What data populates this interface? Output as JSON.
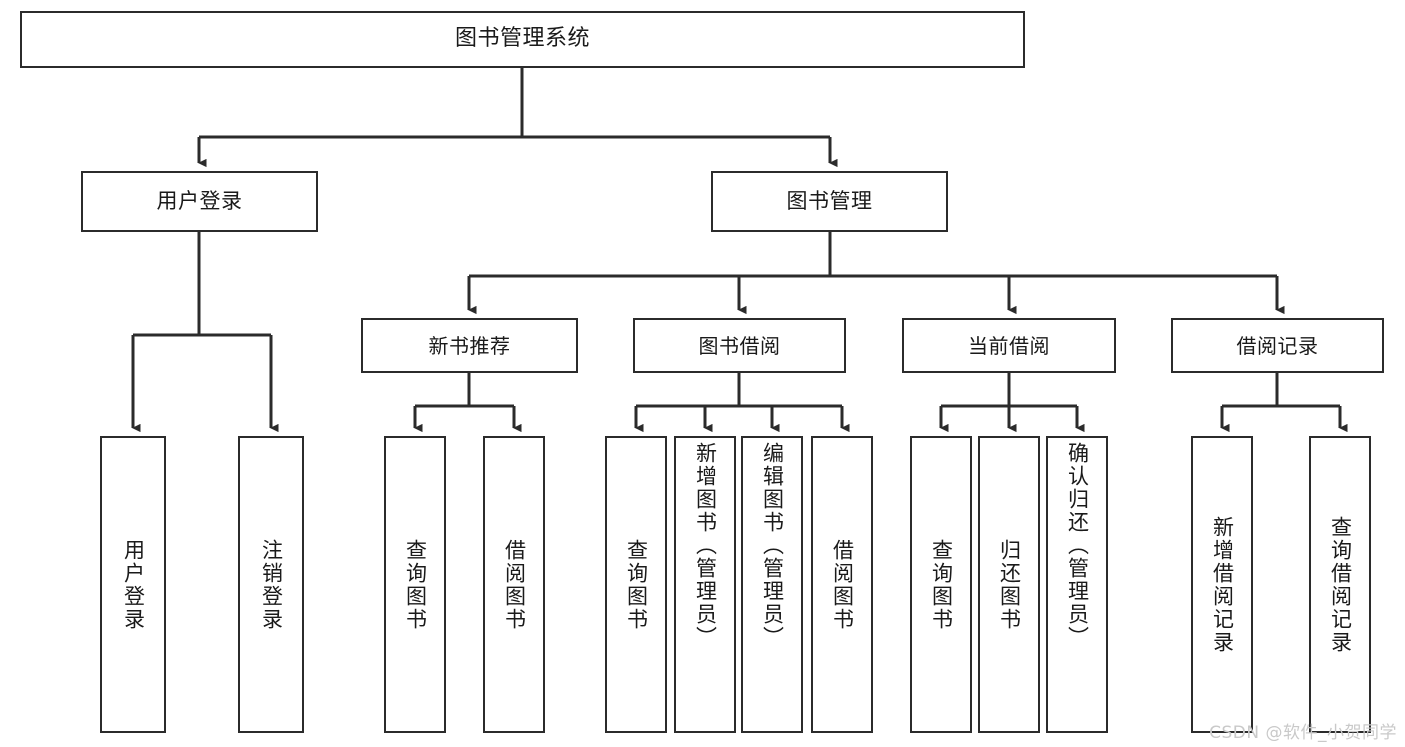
{
  "diagram": {
    "title": "图书管理系统",
    "type": "tree-hierarchy-chart",
    "watermark": "CSDN @软件_小贺同学",
    "colors": {
      "stroke": "#2b2b2b",
      "fill": "#ffffff",
      "text": "#1a1a1a",
      "watermark": "#c9c9c9"
    },
    "root": {
      "label": "图书管理系统"
    },
    "level2": [
      {
        "label": "用户登录"
      },
      {
        "label": "图书管理"
      }
    ],
    "level3": [
      {
        "label": "新书推荐"
      },
      {
        "label": "图书借阅"
      },
      {
        "label": "当前借阅"
      },
      {
        "label": "借阅记录"
      }
    ],
    "leaves": {
      "user_login": [
        {
          "label": "用户登录"
        },
        {
          "label": "注销登录"
        }
      ],
      "new_book_recommend": [
        {
          "label": "查询图书"
        },
        {
          "label": "借阅图书"
        }
      ],
      "book_borrow": [
        {
          "label": "查询图书"
        },
        {
          "label": "新增图书（管理员）"
        },
        {
          "label": "编辑图书（管理员）"
        },
        {
          "label": "借阅图书"
        }
      ],
      "current_borrow": [
        {
          "label": "查询图书"
        },
        {
          "label": "归还图书"
        },
        {
          "label": "确认归还（管理员）"
        }
      ],
      "borrow_record": [
        {
          "label": "新增借阅记录"
        },
        {
          "label": "查询借阅记录"
        }
      ]
    }
  }
}
